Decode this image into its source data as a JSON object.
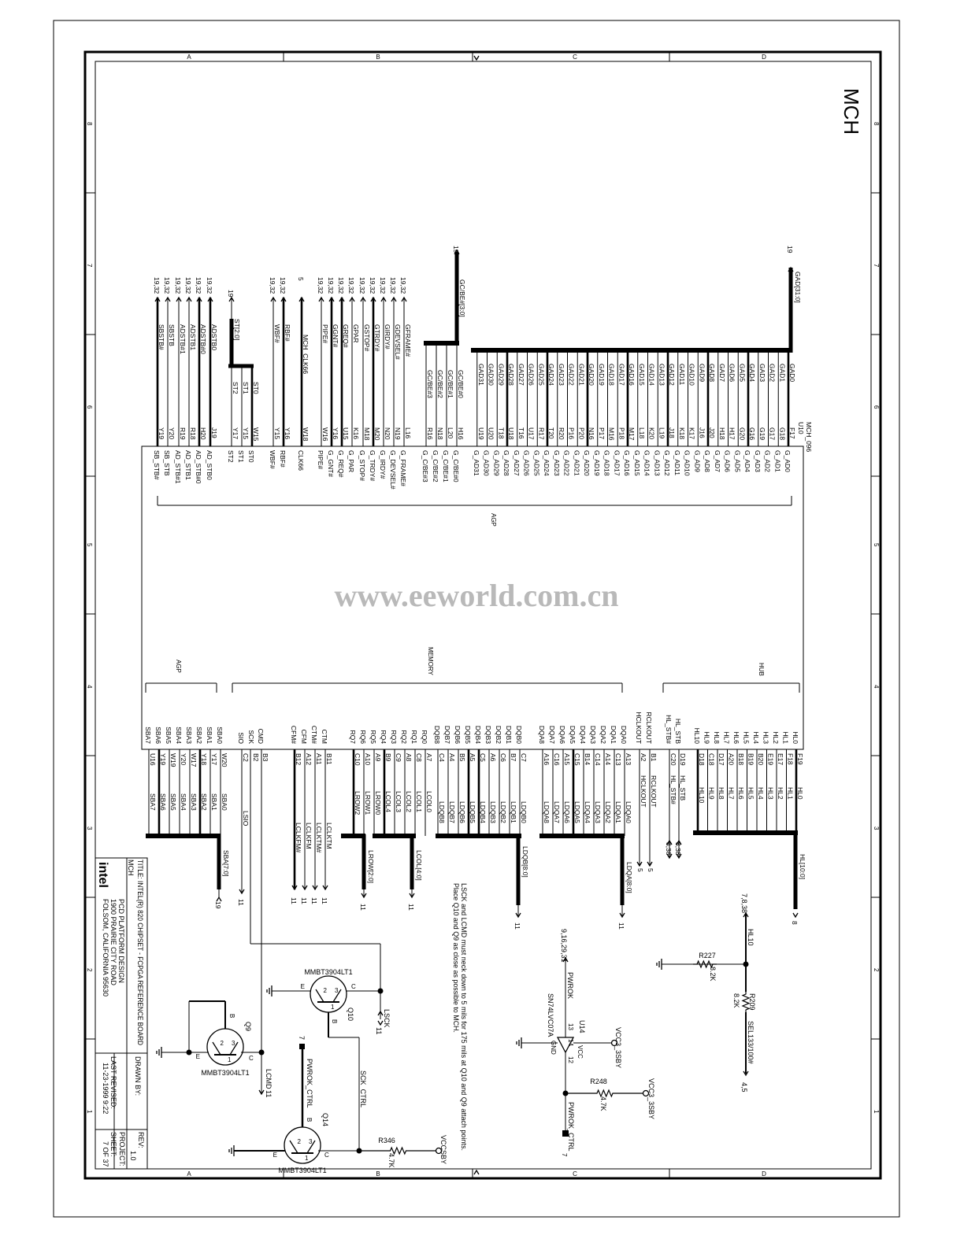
{
  "sheet": {
    "title": "MCH",
    "zone_letters": [
      "A",
      "B",
      "C",
      "D"
    ],
    "zone_numbers": [
      "8",
      "7",
      "6",
      "5",
      "4",
      "3",
      "2",
      "1"
    ]
  },
  "watermark": "www.eeworld.com.cn",
  "chip": {
    "ref": "U10",
    "part": "MCH_096",
    "sec_agp_top": "AGP",
    "sec_agp_bottom": "AGP",
    "sec_memory": "MEMORY",
    "sec_hub": "HUB"
  },
  "buses": {
    "gad": "GAD[31:0]",
    "gad_ref": "19",
    "cbe": "GC/BE#[3:0]",
    "cbe_ref": "19",
    "st": "ST[2:0]",
    "st_ref": "19",
    "sba": "SBA[7:0]",
    "sba_ref": "19",
    "lrow": "LROW[2:0]",
    "lrow_ref": "11",
    "lcol": "LCOL[4:0]",
    "lcol_ref": "11",
    "ldqb": "LDQB[8:0]",
    "ldqb_ref": "11",
    "ldqa": "LDQA[8:0]",
    "ldqa_ref": "11",
    "hl": "HL[10:0]",
    "hl_ref": "8"
  },
  "top_gad": [
    {
      "net": "GAD0",
      "ball": "F17",
      "pin": "G_AD0"
    },
    {
      "net": "GAD1",
      "ball": "G18",
      "pin": "G_AD1"
    },
    {
      "net": "GAD2",
      "ball": "G17",
      "pin": "G_AD2"
    },
    {
      "net": "GAD3",
      "ball": "G19",
      "pin": "G_AD3"
    },
    {
      "net": "GAD4",
      "ball": "G16",
      "pin": "G_AD4"
    },
    {
      "net": "GAD5",
      "ball": "G20",
      "pin": "G_AD5"
    },
    {
      "net": "GAD6",
      "ball": "H17",
      "pin": "G_AD6"
    },
    {
      "net": "GAD7",
      "ball": "H18",
      "pin": "G_AD7"
    },
    {
      "net": "GAD8",
      "ball": "J20",
      "pin": "G_AD8"
    },
    {
      "net": "GAD9",
      "ball": "J16",
      "pin": "G_AD9"
    },
    {
      "net": "GAD10",
      "ball": "K17",
      "pin": "G_AD10"
    },
    {
      "net": "GAD11",
      "ball": "K18",
      "pin": "G_AD11"
    },
    {
      "net": "GAD12",
      "ball": "J18",
      "pin": "G_AD12"
    },
    {
      "net": "GAD13",
      "ball": "L19",
      "pin": "G_AD13"
    },
    {
      "net": "GAD14",
      "ball": "K20",
      "pin": "G_AD14"
    },
    {
      "net": "GAD15",
      "ball": "L18",
      "pin": "G_AD15"
    },
    {
      "net": "GAD16",
      "ball": "M17",
      "pin": "G_AD16"
    },
    {
      "net": "GAD17",
      "ball": "P18",
      "pin": "G_AD17"
    },
    {
      "net": "GAD18",
      "ball": "M16",
      "pin": "G_AD18"
    },
    {
      "net": "GAD19",
      "ball": "P17",
      "pin": "G_AD19"
    },
    {
      "net": "GAD20",
      "ball": "N16",
      "pin": "G_AD20"
    },
    {
      "net": "GAD21",
      "ball": "P20",
      "pin": "G_AD21"
    },
    {
      "net": "GAD22",
      "ball": "P16",
      "pin": "G_AD22"
    },
    {
      "net": "GAD23",
      "ball": "R20",
      "pin": "G_AD23"
    },
    {
      "net": "GAD24",
      "ball": "T20",
      "pin": "G_AD24"
    },
    {
      "net": "GAD25",
      "ball": "R17",
      "pin": "G_AD25"
    },
    {
      "net": "GAD26",
      "ball": "U17",
      "pin": "G_AD26"
    },
    {
      "net": "GAD27",
      "ball": "T16",
      "pin": "G_AD27"
    },
    {
      "net": "GAD28",
      "ball": "U18",
      "pin": "G_AD28"
    },
    {
      "net": "GAD29",
      "ball": "T18",
      "pin": "G_AD29"
    },
    {
      "net": "GAD30",
      "ball": "U20",
      "pin": "G_AD30"
    },
    {
      "net": "GAD31",
      "ball": "U19",
      "pin": "G_AD31"
    }
  ],
  "top_cbe": [
    {
      "net": "GC/BE#0",
      "ball": "H16",
      "pin": "G_C/BE#0"
    },
    {
      "net": "GC/BE#1",
      "ball": "L20",
      "pin": "G_C/BE#1"
    },
    {
      "net": "GC/BE#2",
      "ball": "N18",
      "pin": "G_C/BE#2"
    },
    {
      "net": "GC/BE#3",
      "ball": "R16",
      "pin": "G_C/BE#3"
    }
  ],
  "top_ctrl": [
    {
      "net": "GFRAME#",
      "ball": "L16",
      "pin": "G_FRAME#",
      "ref": "19,32"
    },
    {
      "net": "GDEVSEL#",
      "ball": "N19",
      "pin": "G_DEVSEL#",
      "ref": "19,32"
    },
    {
      "net": "GIRDY#",
      "ball": "N20",
      "pin": "G_IRDY#",
      "ref": "19,32"
    },
    {
      "net": "GTRDY#",
      "ball": "M20",
      "pin": "G_TRDY#",
      "ref": "19,32"
    },
    {
      "net": "GSTOP#",
      "ball": "M18",
      "pin": "G_STOP#",
      "ref": "19,32"
    },
    {
      "net": "GPAR",
      "ball": "K16",
      "pin": "G_PAR",
      "ref": "19,32"
    },
    {
      "net": "GREQ#",
      "ball": "U15",
      "pin": "G_REQ#",
      "ref": "19,32"
    },
    {
      "net": "GGNT#",
      "ball": "Y16",
      "pin": "G_GNT#",
      "ref": "19,32"
    },
    {
      "net": "PIPE#",
      "ball": "W16",
      "pin": "PIPE#",
      "ref": "19,32"
    },
    {
      "net": "MCH_CLK66",
      "ball": "W18",
      "pin": "CLK66",
      "ref": "5"
    },
    {
      "net": "RBF#",
      "ball": "Y16",
      "pin": "RBF#",
      "ref": "19,32"
    },
    {
      "net": "WBF#",
      "ball": "Y15",
      "pin": "WBF#",
      "ref": "19,32"
    },
    {
      "net": "ST0",
      "ball": "W15",
      "pin": "ST0",
      "ref": ""
    },
    {
      "net": "ST1",
      "ball": "Y15",
      "pin": "ST1",
      "ref": ""
    },
    {
      "net": "ST2",
      "ball": "Y17",
      "pin": "ST2",
      "ref": ""
    },
    {
      "net": "ADSTB0",
      "ball": "J19",
      "pin": "AD_STB0",
      "ref": "19,32"
    },
    {
      "net": "ADSTB#0",
      "ball": "H20",
      "pin": "AD_STB#0",
      "ref": "19,32"
    },
    {
      "net": "ADSTB1",
      "ball": "R18",
      "pin": "AD_STB1",
      "ref": "19,32"
    },
    {
      "net": "ADSTB#1",
      "ball": "R19",
      "pin": "AD_STB#1",
      "ref": "19,32"
    },
    {
      "net": "SBSTB",
      "ball": "Y20",
      "pin": "SB_STB",
      "ref": "19,32"
    },
    {
      "net": "SBSTB#",
      "ball": "Y19",
      "pin": "SB_STB#",
      "ref": "19,32"
    }
  ],
  "bottom": {
    "sba": [
      {
        "pin": "SBA0",
        "ball": "W20",
        "net": "SBA0"
      },
      {
        "pin": "SBA1",
        "ball": "Y17",
        "net": "SBA1"
      },
      {
        "pin": "SBA2",
        "ball": "Y18",
        "net": "SBA2"
      },
      {
        "pin": "SBA3",
        "ball": "W17",
        "net": "SBA3"
      },
      {
        "pin": "SBA4",
        "ball": "Y20",
        "net": "SBA4"
      },
      {
        "pin": "SBA5",
        "ball": "W19",
        "net": "SBA5"
      },
      {
        "pin": "SBA6",
        "ball": "Y19",
        "net": "SBA6"
      },
      {
        "pin": "SBA7",
        "ball": "U16",
        "net": "SBA7"
      }
    ],
    "serial": [
      {
        "pin": "CMD",
        "ball": "B3",
        "net": ""
      },
      {
        "pin": "SCK",
        "ball": "B2",
        "net": ""
      },
      {
        "pin": "SIO",
        "ball": "C2",
        "net": "LSIO",
        "ref": "11"
      }
    ],
    "clk": [
      {
        "pin": "CTM",
        "ball": "B11",
        "net": "LCLKTM",
        "ref": "11"
      },
      {
        "pin": "CTM#",
        "ball": "A11",
        "net": "LCLKTM#",
        "ref": "11"
      },
      {
        "pin": "CFM",
        "ball": "A12",
        "net": "LCLKFM",
        "ref": "11"
      },
      {
        "pin": "CFM#",
        "ball": "B12",
        "net": "LCLKFM#",
        "ref": "11"
      }
    ],
    "rq": [
      {
        "pin": "RQ0",
        "ball": "A7",
        "net": "LCOL0"
      },
      {
        "pin": "RQ1",
        "ball": "C8",
        "net": "LCOL1"
      },
      {
        "pin": "RQ2",
        "ball": "A8",
        "net": "LCOL2"
      },
      {
        "pin": "RQ3",
        "ball": "C9",
        "net": "LCOL3"
      },
      {
        "pin": "RQ4",
        "ball": "B9",
        "net": "LCOL4"
      },
      {
        "pin": "RQ5",
        "ball": "A9",
        "net": "LROW0"
      },
      {
        "pin": "RQ6",
        "ball": "A10",
        "net": "LROW1"
      },
      {
        "pin": "RQ7",
        "ball": "C10",
        "net": "LROW2"
      }
    ],
    "dqb": [
      {
        "pin": "DQB0",
        "ball": "C7",
        "net": "LDQB0"
      },
      {
        "pin": "DQB1",
        "ball": "B7",
        "net": "LDQB1"
      },
      {
        "pin": "DQB2",
        "ball": "C6",
        "net": "LDQB2"
      },
      {
        "pin": "DQB3",
        "ball": "A6",
        "net": "LDQB3"
      },
      {
        "pin": "DQB4",
        "ball": "C5",
        "net": "LDQB4"
      },
      {
        "pin": "DQB5",
        "ball": "A5",
        "net": "LDQB5"
      },
      {
        "pin": "DQB6",
        "ball": "B5",
        "net": "LDQB6"
      },
      {
        "pin": "DQB7",
        "ball": "A4",
        "net": "LDQB7"
      },
      {
        "pin": "DQB8",
        "ball": "C4",
        "net": "LDQB8"
      }
    ],
    "dqa": [
      {
        "pin": "DQA0",
        "ball": "A13",
        "net": "LDQA0"
      },
      {
        "pin": "DQA1",
        "ball": "C13",
        "net": "LDQA1"
      },
      {
        "pin": "DQA2",
        "ball": "A14",
        "net": "LDQA2"
      },
      {
        "pin": "DQA3",
        "ball": "C14",
        "net": "LDQA3"
      },
      {
        "pin": "DQA4",
        "ball": "B14",
        "net": "LDQA4"
      },
      {
        "pin": "DQA5",
        "ball": "C15",
        "net": "LDQA5"
      },
      {
        "pin": "DQA6",
        "ball": "A15",
        "net": "LDQA6"
      },
      {
        "pin": "DQA7",
        "ball": "C16",
        "net": "LDQA7"
      },
      {
        "pin": "DQA8",
        "ball": "A16",
        "net": "LDQA8"
      }
    ],
    "clkout": [
      {
        "pin": "RCLKOUT",
        "ball": "B1",
        "net": "RCLKOUT",
        "ref": "5"
      },
      {
        "pin": "HCLKOUT",
        "ball": "A2",
        "net": "HCLKOUT",
        "ref": "5"
      }
    ],
    "hlstb": [
      {
        "pin": "HL_STB",
        "ball": "D19",
        "net": "HL_STB",
        "ref": "8,38"
      },
      {
        "pin": "HL_STB#",
        "ball": "C20",
        "net": "HL_STB#",
        "ref": "8,38"
      }
    ],
    "hl": [
      {
        "pin": "HL0",
        "ball": "F19",
        "net": "HL0"
      },
      {
        "pin": "HL1",
        "ball": "F18",
        "net": "HL1"
      },
      {
        "pin": "HL2",
        "ball": "E17",
        "net": "HL2"
      },
      {
        "pin": "HL3",
        "ball": "E19",
        "net": "HL3"
      },
      {
        "pin": "HL4",
        "ball": "B20",
        "net": "HL4"
      },
      {
        "pin": "HL5",
        "ball": "B19",
        "net": "HL5"
      },
      {
        "pin": "HL6",
        "ball": "B18",
        "net": "HL6"
      },
      {
        "pin": "HL7",
        "ball": "A20",
        "net": "HL7"
      },
      {
        "pin": "HL8",
        "ball": "D17",
        "net": "HL8"
      },
      {
        "pin": "HL9",
        "ball": "C18",
        "net": "HL9"
      },
      {
        "pin": "HL10",
        "ball": "D18",
        "net": "HL10"
      }
    ]
  },
  "circuit": {
    "q9": {
      "ref": "Q9",
      "part": "MMBT3904LT1",
      "net": "LCMD",
      "ref_sheet": "11"
    },
    "q10": {
      "ref": "Q10",
      "part": "MMBT3904LT1",
      "net": "LSCK",
      "ref_sheet": "11"
    },
    "q14": {
      "ref": "Q14",
      "part": "MMBT3904LT1"
    },
    "pin_b": "B",
    "pin_c": "C",
    "pin_e": "E",
    "pin_1": "1",
    "pin_2": "2",
    "pin_3": "3",
    "sck_ctrl": "SCK_CTRL",
    "pwrok_ctrl": "PWROK_CTRL",
    "pwrok_ctrl_ref": "7",
    "r346": {
      "ref": "R346",
      "value": "4.7K"
    },
    "vccsby": "VCCSBY",
    "pwrok": "PWROK",
    "pwrok_ref": "9,16,29,31",
    "u14": {
      "ref": "U14",
      "part": "SN74LVC07A",
      "pin_in": "13",
      "pin_out": "12",
      "pin_vcc": "14",
      "vcc": "VCC",
      "gnd": "GND"
    },
    "vcc3": "VCC3_3SBY",
    "r248": {
      "ref": "R248",
      "value": "4.7K"
    },
    "pwrok_ctrl2": "PWROK_CTRL",
    "pwrok_ctrl2_ref": "7",
    "hl10": "HL10",
    "hl10_ref": "7,8,38",
    "r227": {
      "ref": "R227",
      "value": "8.2K"
    },
    "r209": {
      "ref": "R209",
      "value": "8.2K"
    },
    "sel": "SEL133/100#",
    "sel_ref": "4,5"
  },
  "notes": [
    "LSCK and LCMD must neck down to 5 mils for 175 mils at Q10 and Q9 attach points.",
    "Place Q10 and Q9 as close as possible to MCH."
  ],
  "title_block": {
    "title": "TITLE: INTEL(R) 820 CHIPSET - FCPGA  REFERENCE BOARD",
    "subtitle": "MCH",
    "logo": "intel",
    "company": [
      "PCD PLATFORM DESIGN",
      "1900 PRAIRIE CITY ROAD",
      "FOLSOM, CALIFORNIA 95630"
    ],
    "drawn_by": "DRAWN BY:",
    "last_revised": "LAST REVISED:",
    "date": "11-23-1999  9:22",
    "rev_label": "REV:",
    "rev": "1.0",
    "project": "PROJECT:",
    "sheet_label": "SHEET:",
    "sheet": "7  OF 37"
  }
}
